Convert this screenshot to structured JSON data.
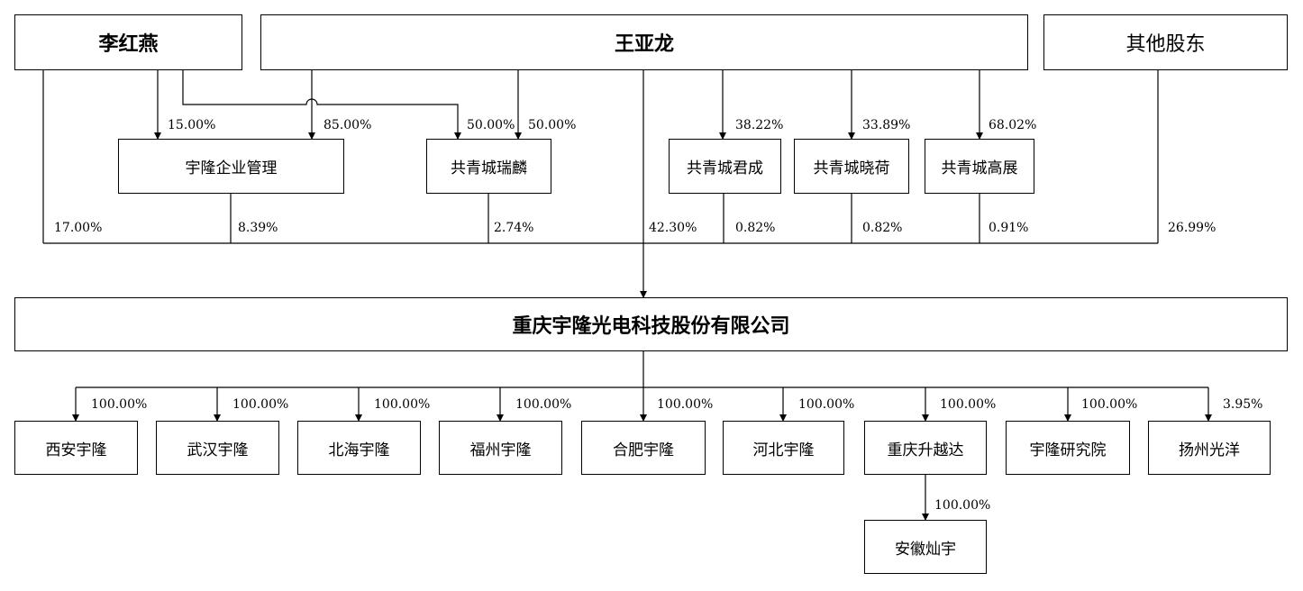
{
  "shareholders": {
    "li_hongyan": "李红燕",
    "wang_yalong": "王亚龙",
    "others": "其他股东"
  },
  "holding_entities": {
    "yulong_mgmt": "宇隆企业管理",
    "ruilin": "共青城瑞麟",
    "juncheng": "共青城君成",
    "xiaohe": "共青城晓荷",
    "gaozhan": "共青城高展"
  },
  "company": "重庆宇隆光电科技股份有限公司",
  "subsidiaries": [
    {
      "name": "西安宇隆",
      "pct": "100.00%"
    },
    {
      "name": "武汉宇隆",
      "pct": "100.00%"
    },
    {
      "name": "北海宇隆",
      "pct": "100.00%"
    },
    {
      "name": "福州宇隆",
      "pct": "100.00%"
    },
    {
      "name": "合肥宇隆",
      "pct": "100.00%"
    },
    {
      "name": "河北宇隆",
      "pct": "100.00%"
    },
    {
      "name": "重庆升越达",
      "pct": "100.00%"
    },
    {
      "name": "宇隆研究院",
      "pct": "100.00%"
    },
    {
      "name": "扬州光洋",
      "pct": "3.95%"
    }
  ],
  "grand_subsidiary": {
    "name": "安徽灿宇",
    "pct": "100.00%"
  },
  "upper_pct": {
    "li_to_mgmt": "15.00%",
    "wang_to_mgmt": "85.00%",
    "li_to_ruilin": "50.00%",
    "wang_to_ruilin": "50.00%",
    "wang_to_juncheng": "38.22%",
    "wang_to_xiaohe": "33.89%",
    "wang_to_gaozhan": "68.02%"
  },
  "company_pct": {
    "li_hongyan": "17.00%",
    "yulong_mgmt": "8.39%",
    "ruilin": "2.74%",
    "wang_yalong": "42.30%",
    "juncheng": "0.82%",
    "xiaohe": "0.82%",
    "gaozhan": "0.91%",
    "others": "26.99%"
  }
}
